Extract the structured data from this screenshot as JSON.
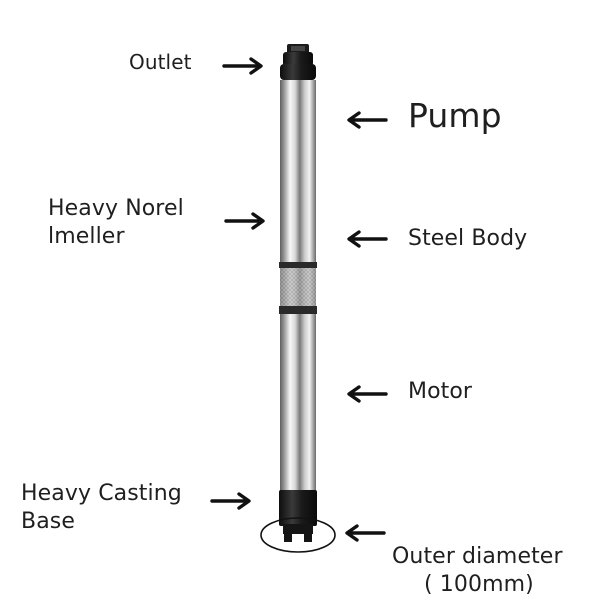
{
  "labels": {
    "outlet": "Outlet",
    "pump": "Pump",
    "impeller": "Heavy Norel\nlmeller",
    "steel_body": "Steel Body",
    "motor": "Motor",
    "casting_base": "Heavy Casting\nBase",
    "outer_diameter_line1": "Outer diameter",
    "outer_diameter_line2": "( 100mm)"
  },
  "colors": {
    "text": "#1f1f1f",
    "arrow": "#111111",
    "steel_light": "#f4f4f4",
    "steel_dark": "#6e6e6e",
    "black_parts": "#1b1b1b"
  },
  "icons": {
    "arrow_right": "arrow-right-icon",
    "arrow_left": "arrow-left-icon"
  }
}
